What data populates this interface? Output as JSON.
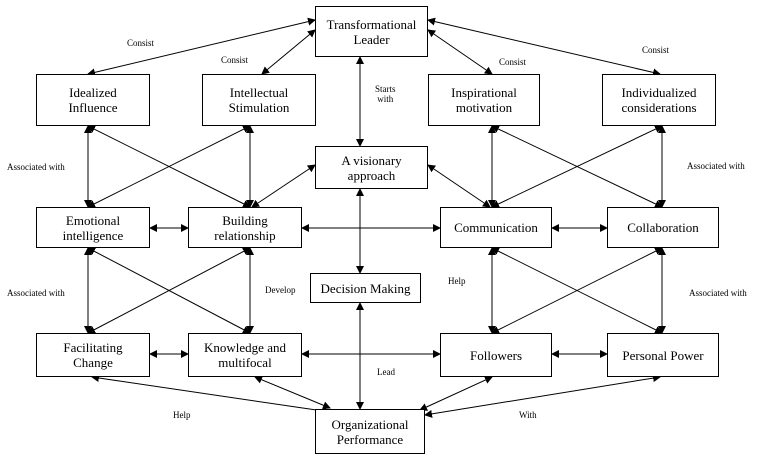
{
  "nodes": {
    "transformational_leader": "Transformational\nLeader",
    "idealized_influence": "Idealized\nInfluence",
    "intellectual_stimulation": "Intellectual\nStimulation",
    "inspirational_motivation": "Inspirational\nmotivation",
    "individualized_considerations": "Individualized\nconsiderations",
    "visionary_approach": "A visionary\napproach",
    "emotional_intelligence": "Emotional\nintelligence",
    "building_relationship": "Building\nrelationship",
    "communication": "Communication",
    "collaboration": "Collaboration",
    "decision_making": "Decision Making",
    "facilitating_change": "Facilitating\nChange",
    "knowledge_multifocal": "Knowledge and\nmultifocal",
    "followers": "Followers",
    "personal_power": "Personal Power",
    "organizational_performance": "Organizational\nPerformance"
  },
  "labels": {
    "consist_1": "Consist",
    "consist_2": "Consist",
    "consist_3": "Consist",
    "consist_4": "Consist",
    "starts_with": "Starts\nwith",
    "associated_with_1": "Associated with",
    "associated_with_2": "Associated with",
    "associated_with_3": "Associated with",
    "associated_with_4": "Associated with",
    "develop": "Develop",
    "help_1": "Help",
    "help_2": "Help",
    "lead": "Lead",
    "with": "With"
  },
  "colors": {
    "line": "#000000",
    "box_border": "#000000",
    "background": "#ffffff"
  }
}
